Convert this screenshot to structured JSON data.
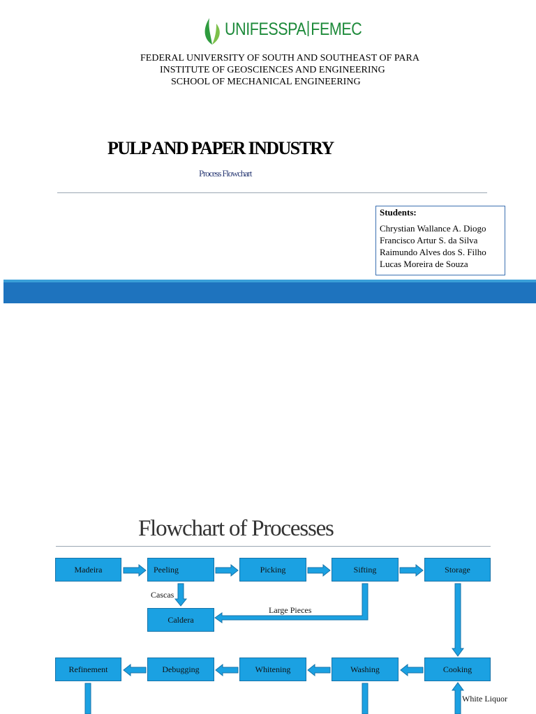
{
  "logo": {
    "name": "UNIFESSPA",
    "sub": "FEMEC",
    "leaf_color": "#2e9b3e"
  },
  "institution": {
    "line1": "FEDERAL UNIVERSITY OF SOUTH AND SOUTHEAST OF PARA",
    "line2": "INSTITUTE OF GEOSCIENCES AND ENGINEERING",
    "line3": "SCHOOL OF MECHANICAL ENGINEERING"
  },
  "cover": {
    "title": "PULP AND PAPER INDUSTRY",
    "subtitle": "Process Flowchart"
  },
  "students": {
    "heading": "Students:",
    "names": [
      "Chrystian Wallance A. Diogo",
      "Francisco Artur S. da Silva",
      "Raimundo Alves dos S. Filho",
      "Lucas Moreira de Souza"
    ]
  },
  "flowchart": {
    "title": "Flowchart of Processes",
    "steps": {
      "madeira": "Madeira",
      "peeling": "Peeling",
      "picking": "Picking",
      "sifting": "Sifting",
      "storage": "Storage",
      "caldera": "Caldera",
      "refinement": "Refinement",
      "debugging": "Debugging",
      "whitening": "Whitening",
      "washing": "Washing",
      "cooking": "Cooking"
    },
    "labels": {
      "cascas": "Cascas",
      "large_pieces": "Large Pieces",
      "white_liquor": "White Liquor"
    },
    "colors": {
      "box": "#1ba1e2",
      "arrow": "#1ba1e2",
      "arrow_outline": "#1572a8"
    }
  }
}
